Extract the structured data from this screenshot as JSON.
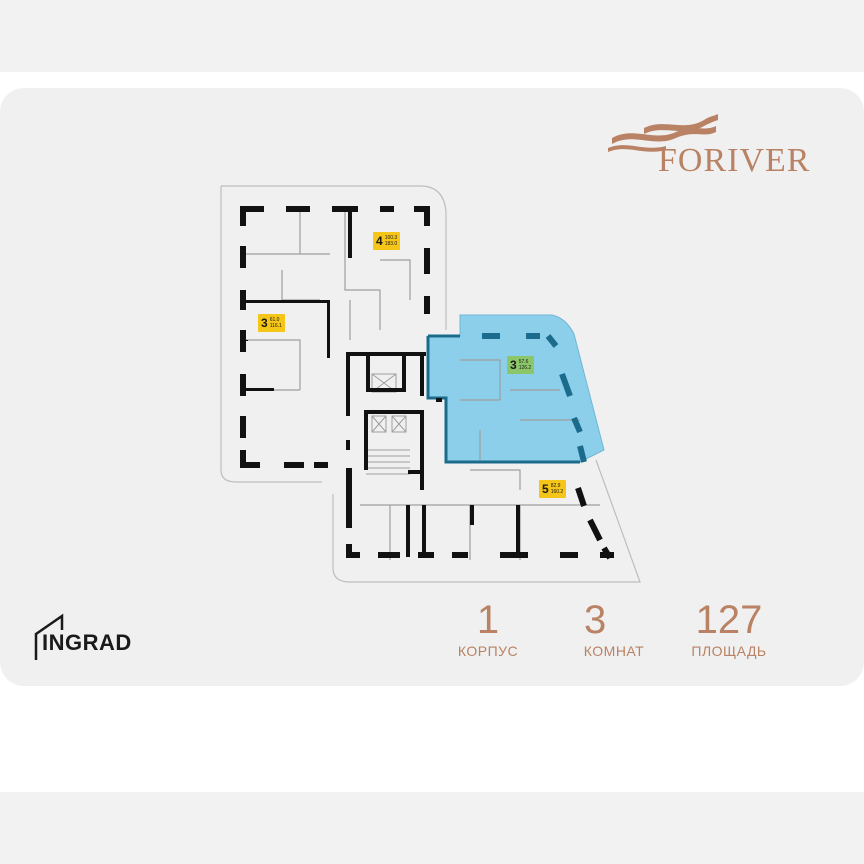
{
  "brand": {
    "name": "FORIVER",
    "color": "#b98264"
  },
  "developer": {
    "name": "INGRAD"
  },
  "stats": [
    {
      "value": "1",
      "label": "КОРПУС"
    },
    {
      "value": "3",
      "label": "КОМНАТ"
    },
    {
      "value": "127",
      "label": "ПЛОЩАДЬ"
    }
  ],
  "apartments": [
    {
      "rooms": "4",
      "area_living": "100.3",
      "area_total": "183.0",
      "color": "#f5c518"
    },
    {
      "rooms": "3",
      "area_living": "61.0",
      "area_total": "116.1",
      "color": "#f5c518"
    },
    {
      "rooms": "3",
      "area_living": "57.6",
      "area_total": "126.2",
      "color": "#8cc66a",
      "selected": true
    },
    {
      "rooms": "5",
      "area_living": "82.9",
      "area_total": "160.2",
      "color": "#f5c518"
    }
  ],
  "colors": {
    "highlight": "#8ccfea",
    "highlight_border": "#1b6c8c",
    "wall": "#111111"
  }
}
